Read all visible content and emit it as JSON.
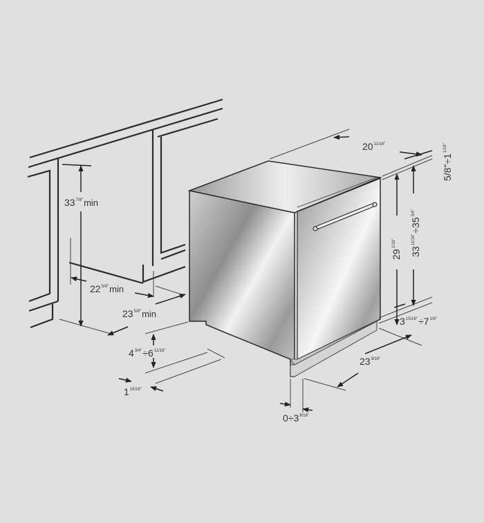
{
  "diagram": {
    "subject": "Built-in dishwasher installation dimensions",
    "colors": {
      "background": "#e0e0e0",
      "line": "#2a2a2a",
      "label_text": "#3a3030",
      "steel_light": "#f4f4f4",
      "steel_dark": "#8c8c8c"
    },
    "labels": {
      "cabinet_height": {
        "whole": "33",
        "frac": "7/8\"",
        "suffix": "min"
      },
      "cabinet_depth_inner": {
        "whole": "22",
        "frac": "5/8\"",
        "suffix": "min"
      },
      "cabinet_depth_outer": {
        "whole": "23",
        "frac": "5/8\"",
        "suffix": "min"
      },
      "plinth_height": {
        "whole1": "4",
        "frac1": "3/4\"",
        "sep": "÷",
        "whole2": "6",
        "frac2": "11/16\""
      },
      "plinth_offset": {
        "whole": "1",
        "frac": "15/16\""
      },
      "width": {
        "whole": "20",
        "frac": "11/16\""
      },
      "top_gap": {
        "text1": "5/8\"",
        "sep": "÷",
        "whole2": "1",
        "frac2": "1/16\""
      },
      "body_height": {
        "whole": "29",
        "frac": "1/16\""
      },
      "total_height": {
        "whole1": "33",
        "frac1": "11/16\"",
        "sep": "÷",
        "whole2": "35",
        "frac2": "3/4\""
      },
      "foot_height": {
        "whole1": "3",
        "frac1": "15/16\"",
        "sep": "÷",
        "whole2": "7",
        "frac2": "1/8\""
      },
      "depth": {
        "whole": "23",
        "frac": "9/16\""
      },
      "door_offset": {
        "whole1": "0",
        "sep": "÷",
        "whole2": "3",
        "frac2": "9/16\""
      }
    }
  }
}
